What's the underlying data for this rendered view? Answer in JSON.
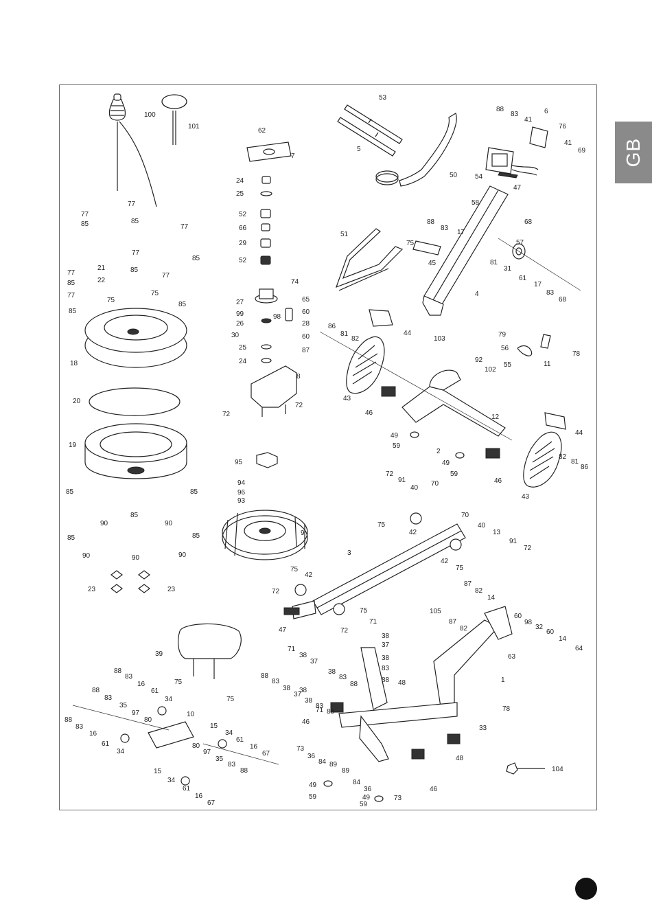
{
  "header": {
    "language_tab": "GB"
  },
  "diagram": {
    "labels": [
      "100",
      "101",
      "53",
      "5",
      "50",
      "88",
      "83",
      "41",
      "6",
      "76",
      "41",
      "69",
      "54",
      "47",
      "62",
      "7",
      "24",
      "25",
      "52",
      "66",
      "29",
      "52",
      "74",
      "27",
      "65",
      "99",
      "98",
      "60",
      "26",
      "28",
      "30",
      "60",
      "25",
      "87",
      "24",
      "8",
      "72",
      "72",
      "77",
      "85",
      "77",
      "77",
      "85",
      "85",
      "77",
      "85",
      "21",
      "22",
      "77",
      "85",
      "77",
      "85",
      "77",
      "75",
      "75",
      "85",
      "18",
      "20",
      "19",
      "85",
      "85",
      "90",
      "85",
      "90",
      "85",
      "85",
      "90",
      "90",
      "90",
      "23",
      "23",
      "95",
      "94",
      "96",
      "93",
      "9",
      "51",
      "58",
      "88",
      "83",
      "17",
      "68",
      "75",
      "45",
      "57",
      "81",
      "31",
      "61",
      "17",
      "83",
      "68",
      "4",
      "86",
      "81",
      "82",
      "44",
      "103",
      "79",
      "56",
      "55",
      "11",
      "78",
      "92",
      "102",
      "43",
      "46",
      "49",
      "59",
      "12",
      "2",
      "49",
      "59",
      "44",
      "46",
      "43",
      "82",
      "81",
      "86",
      "72",
      "91",
      "40",
      "70",
      "70",
      "75",
      "42",
      "40",
      "13",
      "91",
      "72",
      "3",
      "42",
      "75",
      "75",
      "42",
      "72",
      "47",
      "72",
      "75",
      "87",
      "82",
      "14",
      "105",
      "87",
      "82",
      "60",
      "98",
      "32",
      "60",
      "14",
      "64",
      "63",
      "39",
      "75",
      "75",
      "71",
      "38",
      "37",
      "38",
      "83",
      "38",
      "88",
      "71",
      "38",
      "37",
      "38",
      "83",
      "88",
      "1",
      "88",
      "83",
      "38",
      "37",
      "38",
      "83",
      "88",
      "48",
      "71",
      "46",
      "73",
      "36",
      "84",
      "89",
      "48",
      "89",
      "84",
      "36",
      "73",
      "49",
      "59",
      "49",
      "59",
      "46",
      "78",
      "33",
      "104",
      "88",
      "83",
      "16",
      "61",
      "88",
      "83",
      "35",
      "97",
      "34",
      "88",
      "83",
      "16",
      "80",
      "10",
      "61",
      "34",
      "15",
      "34",
      "61",
      "16",
      "67",
      "80",
      "97",
      "35",
      "83",
      "88",
      "15",
      "34",
      "61",
      "16",
      "67"
    ]
  }
}
